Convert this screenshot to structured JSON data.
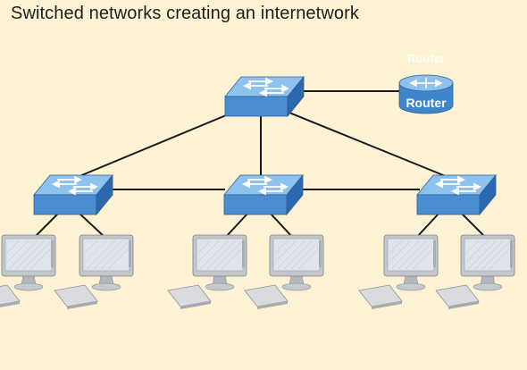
{
  "caption": "Switched networks creating an internetwork",
  "router": {
    "ghost_label": "Router",
    "label": "Router"
  },
  "switches": [
    {
      "id": "core-switch"
    },
    {
      "id": "switch-left"
    },
    {
      "id": "switch-middle"
    },
    {
      "id": "switch-right"
    }
  ],
  "workstations": [
    {
      "id": "pc-1"
    },
    {
      "id": "pc-2"
    },
    {
      "id": "pc-3"
    },
    {
      "id": "pc-4"
    },
    {
      "id": "pc-5"
    },
    {
      "id": "pc-6"
    }
  ],
  "colors": {
    "background": "#fdf2d3",
    "switch_front": "#4a8ed1",
    "switch_top": "#8ec2ee",
    "switch_side": "#2c68ad",
    "router_body": "#3e86cc",
    "router_top": "#8cc1ec",
    "monitor_frame": "#bfc3c7",
    "monitor_screen": "#d9dee6",
    "link": "#1a1a1a"
  }
}
